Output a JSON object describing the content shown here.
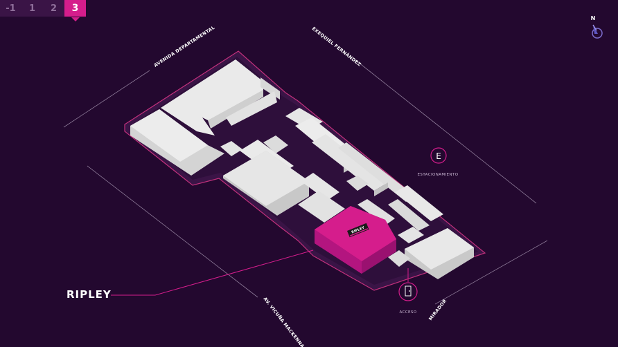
{
  "floors": [
    {
      "label": "-1",
      "active": false
    },
    {
      "label": "1",
      "active": false
    },
    {
      "label": "2",
      "active": false
    },
    {
      "label": "3",
      "active": true
    }
  ],
  "compass": {
    "label": "N"
  },
  "streets": {
    "north_west": "AVENIDA DEPARTAMENTAL",
    "north_east": "EXEQUIEL FERNÁNDEZ",
    "south_west": "AV. VICUÑA MACKENNA",
    "south_east": "MIRADOR"
  },
  "markers": {
    "parking": {
      "icon": "parking-icon",
      "letter": "E",
      "label": "ESTACIONAMIENTO"
    },
    "entrance": {
      "icon": "door-icon",
      "label": "ACCESO"
    }
  },
  "highlighted_store": {
    "name": "RIPLEY",
    "sign": "RIPLEY",
    "color": "#d51d8c"
  },
  "colors": {
    "background": "#23082f",
    "accent": "#d51d8c",
    "building": "#e9e9e9",
    "outline": "#c2307c"
  }
}
